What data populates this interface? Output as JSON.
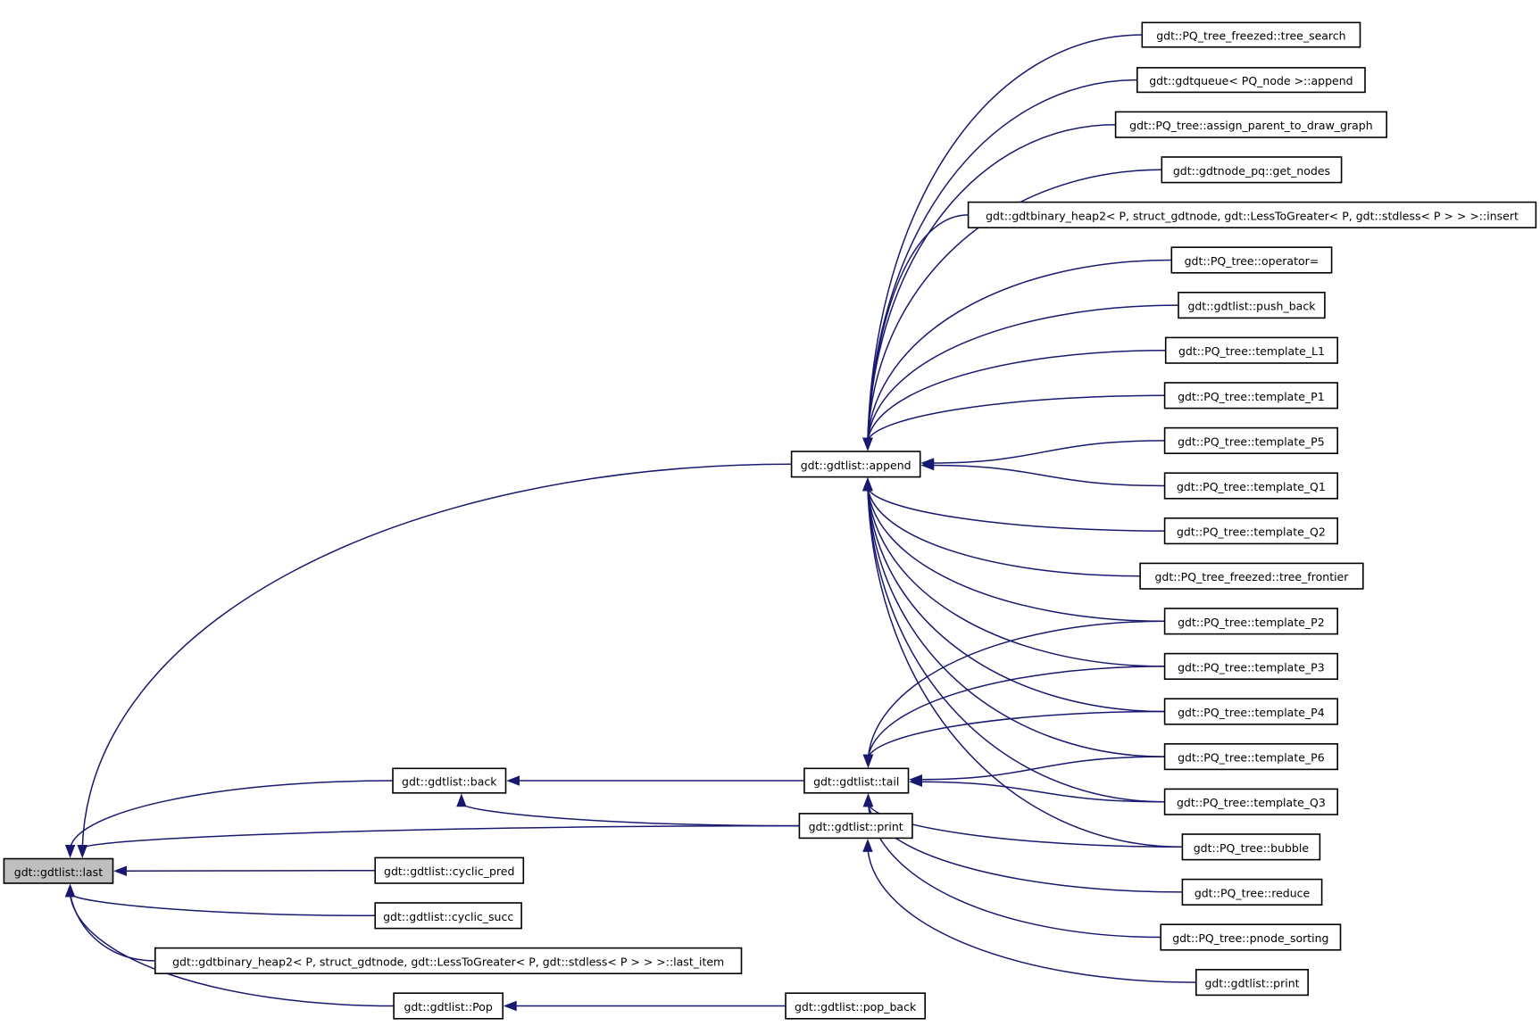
{
  "title": "Caller graph for gdt::gdtlist::last",
  "colors": {
    "edge": "#191970",
    "root_fill": "#bfbfbf",
    "node_fill": "#ffffff",
    "node_border": "#000000"
  },
  "nodes": [
    {
      "id": "last",
      "label": "gdt::gdtlist::last",
      "root": true
    },
    {
      "id": "append",
      "label": "gdt::gdtlist::append"
    },
    {
      "id": "back",
      "label": "gdt::gdtlist::back"
    },
    {
      "id": "print_mid",
      "label": "gdt::gdtlist::print"
    },
    {
      "id": "cyclic_pred",
      "label": "gdt::gdtlist::cyclic_pred"
    },
    {
      "id": "cyclic_succ",
      "label": "gdt::gdtlist::cyclic_succ"
    },
    {
      "id": "last_item",
      "label": "gdt::gdtbinary_heap2< P, struct_gdtnode, gdt::LessToGreater< P, gdt::stdless< P > > >::last_item"
    },
    {
      "id": "Pop",
      "label": "gdt::gdtlist::Pop"
    },
    {
      "id": "tail",
      "label": "gdt::gdtlist::tail"
    },
    {
      "id": "pop_back",
      "label": "gdt::gdtlist::pop_back"
    },
    {
      "id": "tree_search",
      "label": "gdt::PQ_tree_freezed::tree_search"
    },
    {
      "id": "queue_append",
      "label": "gdt::gdtqueue< PQ_node >::append"
    },
    {
      "id": "assign_parent",
      "label": "gdt::PQ_tree::assign_parent_to_draw_graph"
    },
    {
      "id": "get_nodes",
      "label": "gdt::gdtnode_pq::get_nodes"
    },
    {
      "id": "heap_insert",
      "label": "gdt::gdtbinary_heap2< P, struct_gdtnode, gdt::LessToGreater< P, gdt::stdless< P > > >::insert"
    },
    {
      "id": "operator_eq",
      "label": "gdt::PQ_tree::operator="
    },
    {
      "id": "push_back",
      "label": "gdt::gdtlist::push_back"
    },
    {
      "id": "template_L1",
      "label": "gdt::PQ_tree::template_L1"
    },
    {
      "id": "template_P1",
      "label": "gdt::PQ_tree::template_P1"
    },
    {
      "id": "template_P5",
      "label": "gdt::PQ_tree::template_P5"
    },
    {
      "id": "template_Q1",
      "label": "gdt::PQ_tree::template_Q1"
    },
    {
      "id": "template_Q2",
      "label": "gdt::PQ_tree::template_Q2"
    },
    {
      "id": "tree_frontier",
      "label": "gdt::PQ_tree_freezed::tree_frontier"
    },
    {
      "id": "template_P2",
      "label": "gdt::PQ_tree::template_P2"
    },
    {
      "id": "template_P3",
      "label": "gdt::PQ_tree::template_P3"
    },
    {
      "id": "template_P4",
      "label": "gdt::PQ_tree::template_P4"
    },
    {
      "id": "template_P6",
      "label": "gdt::PQ_tree::template_P6"
    },
    {
      "id": "template_Q3",
      "label": "gdt::PQ_tree::template_Q3"
    },
    {
      "id": "bubble",
      "label": "gdt::PQ_tree::bubble"
    },
    {
      "id": "reduce",
      "label": "gdt::PQ_tree::reduce"
    },
    {
      "id": "pnode_sorting",
      "label": "gdt::PQ_tree::pnode_sorting"
    },
    {
      "id": "print_right",
      "label": "gdt::gdtlist::print"
    }
  ],
  "edges": [
    {
      "from": "append",
      "to": "last"
    },
    {
      "from": "back",
      "to": "last"
    },
    {
      "from": "print_mid",
      "to": "last"
    },
    {
      "from": "cyclic_pred",
      "to": "last"
    },
    {
      "from": "cyclic_succ",
      "to": "last"
    },
    {
      "from": "last_item",
      "to": "last"
    },
    {
      "from": "Pop",
      "to": "last"
    },
    {
      "from": "tail",
      "to": "back"
    },
    {
      "from": "print_mid",
      "to": "back"
    },
    {
      "from": "pop_back",
      "to": "Pop"
    },
    {
      "from": "tree_search",
      "to": "append"
    },
    {
      "from": "queue_append",
      "to": "append"
    },
    {
      "from": "assign_parent",
      "to": "append"
    },
    {
      "from": "get_nodes",
      "to": "append"
    },
    {
      "from": "heap_insert",
      "to": "append"
    },
    {
      "from": "operator_eq",
      "to": "append"
    },
    {
      "from": "push_back",
      "to": "append"
    },
    {
      "from": "template_L1",
      "to": "append"
    },
    {
      "from": "template_P1",
      "to": "append"
    },
    {
      "from": "template_P5",
      "to": "append"
    },
    {
      "from": "template_Q1",
      "to": "append"
    },
    {
      "from": "template_Q2",
      "to": "append"
    },
    {
      "from": "tree_frontier",
      "to": "append"
    },
    {
      "from": "template_P2",
      "to": "append"
    },
    {
      "from": "template_P3",
      "to": "append"
    },
    {
      "from": "template_P4",
      "to": "append"
    },
    {
      "from": "template_P6",
      "to": "append"
    },
    {
      "from": "template_Q3",
      "to": "append"
    },
    {
      "from": "bubble",
      "to": "append"
    },
    {
      "from": "template_P2",
      "to": "tail"
    },
    {
      "from": "template_P3",
      "to": "tail"
    },
    {
      "from": "template_P4",
      "to": "tail"
    },
    {
      "from": "template_P6",
      "to": "tail"
    },
    {
      "from": "template_Q3",
      "to": "tail"
    },
    {
      "from": "bubble",
      "to": "tail"
    },
    {
      "from": "reduce",
      "to": "tail"
    },
    {
      "from": "pnode_sorting",
      "to": "tail"
    },
    {
      "from": "print_right",
      "to": "print_mid"
    }
  ]
}
